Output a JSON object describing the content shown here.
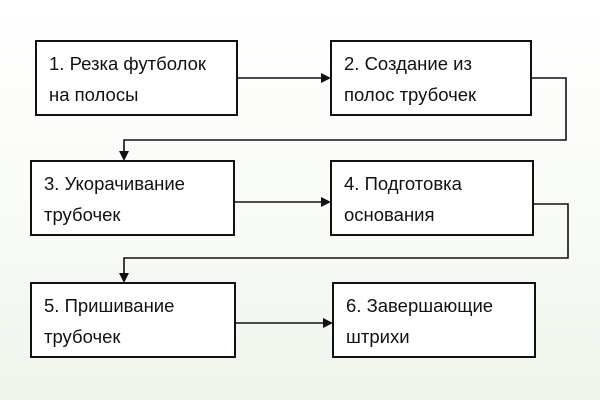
{
  "diagram": {
    "steps": [
      {
        "line1": "1. Резка футболок",
        "line2": "на полосы"
      },
      {
        "line1": "2. Создание из",
        "line2": "полос трубочек"
      },
      {
        "line1": "3. Укорачивание",
        "line2": "трубочек"
      },
      {
        "line1": "4. Подготовка",
        "line2": "основания"
      },
      {
        "line1": "5. Пришивание",
        "line2": "трубочек"
      },
      {
        "line1": "6. Завершающие",
        "line2": "штрихи"
      }
    ]
  },
  "colors": {
    "stroke": "#111111",
    "box_fill": "#ffffff"
  }
}
